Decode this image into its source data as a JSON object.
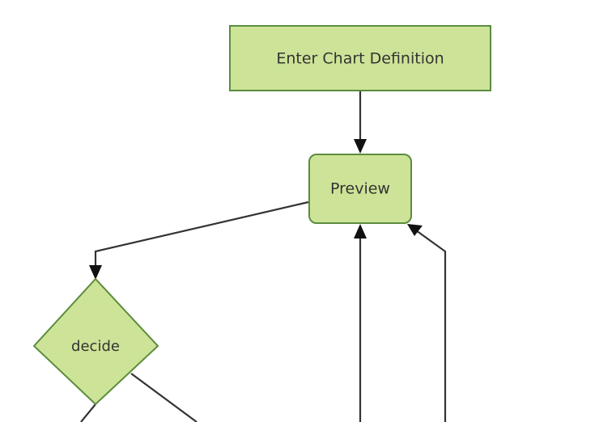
{
  "diagram": {
    "type": "flowchart",
    "direction": "top-down",
    "background_color": "#ffffff",
    "node_fill_color": "#cde498",
    "node_stroke_color": "#5b8c3e",
    "node_text_color": "#333333",
    "edge_color": "#333333",
    "nodes": [
      {
        "id": "enter",
        "label": "Enter Chart Definition",
        "shape": "rectangle"
      },
      {
        "id": "preview",
        "label": "Preview",
        "shape": "rounded-rectangle"
      },
      {
        "id": "decide",
        "label": "decide",
        "shape": "diamond"
      }
    ],
    "edges": [
      {
        "id": "enter-to-preview",
        "from": "enter",
        "to": "preview",
        "label": ""
      },
      {
        "id": "preview-to-decide",
        "from": "preview",
        "to": "decide",
        "label": ""
      },
      {
        "id": "bottom-left-to-preview",
        "from": "",
        "to": "preview",
        "label": ""
      },
      {
        "id": "bottom-right-to-preview",
        "from": "",
        "to": "preview",
        "label": ""
      },
      {
        "id": "decide-to-bottom-left",
        "from": "decide",
        "to": "",
        "label": ""
      },
      {
        "id": "decide-to-bottom-right",
        "from": "decide",
        "to": "",
        "label": ""
      }
    ]
  }
}
